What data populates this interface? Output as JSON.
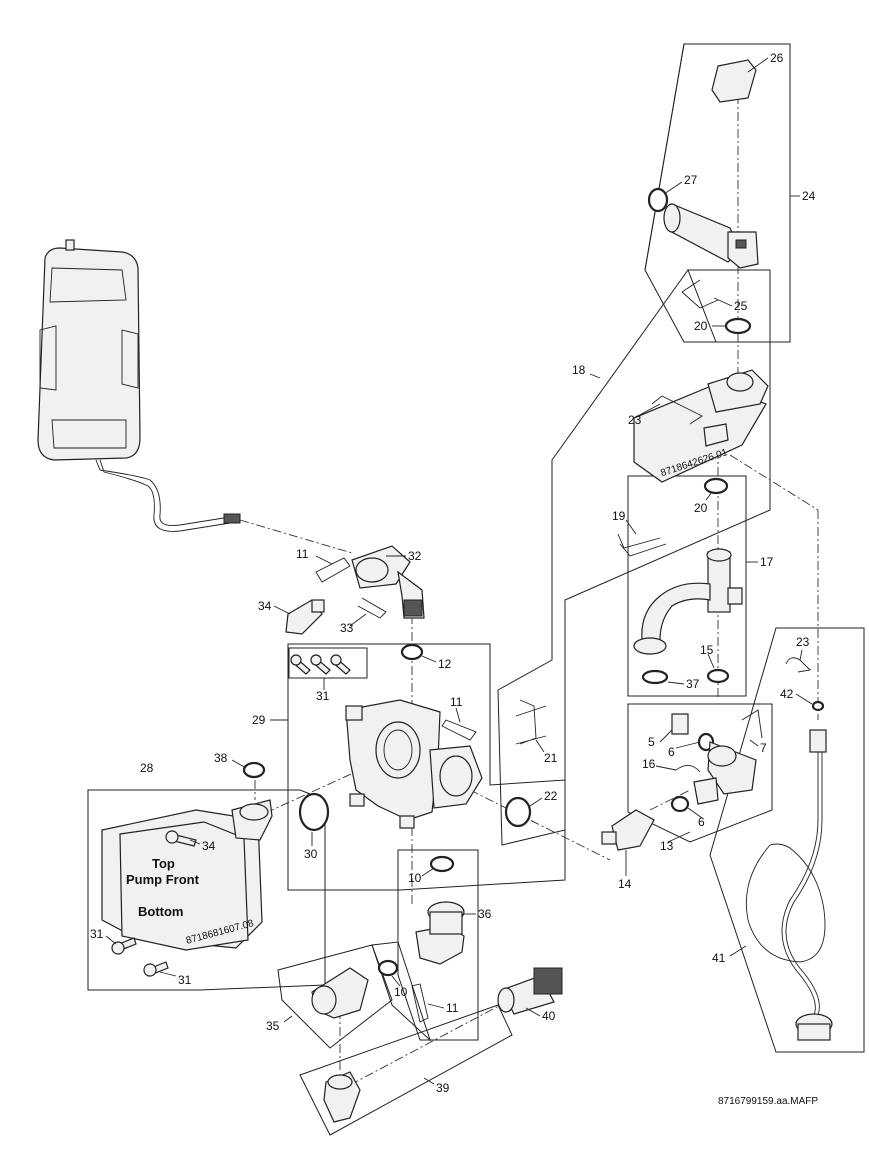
{
  "diagram": {
    "reference_code": "8716799159.aa.MAFP",
    "pump_labels": [
      "Top",
      "Pump Front",
      "Bottom"
    ],
    "part_markings": {
      "manifold": "8718642626.01",
      "pump": "8718681607.08"
    },
    "callouts": [
      {
        "id": "c26",
        "text": "26"
      },
      {
        "id": "c27",
        "text": "27"
      },
      {
        "id": "c24",
        "text": "24"
      },
      {
        "id": "c25",
        "text": "25"
      },
      {
        "id": "c20a",
        "text": "20"
      },
      {
        "id": "c18",
        "text": "18"
      },
      {
        "id": "c23a",
        "text": "23"
      },
      {
        "id": "c20b",
        "text": "20"
      },
      {
        "id": "c19",
        "text": "19"
      },
      {
        "id": "c17",
        "text": "17"
      },
      {
        "id": "c15",
        "text": "15"
      },
      {
        "id": "c37",
        "text": "37"
      },
      {
        "id": "c23b",
        "text": "23"
      },
      {
        "id": "c42",
        "text": "42"
      },
      {
        "id": "c11a",
        "text": "11"
      },
      {
        "id": "c32",
        "text": "32"
      },
      {
        "id": "c34a",
        "text": "34"
      },
      {
        "id": "c33",
        "text": "33"
      },
      {
        "id": "c12",
        "text": "12"
      },
      {
        "id": "c31a",
        "text": "31"
      },
      {
        "id": "c11b",
        "text": "11"
      },
      {
        "id": "c29",
        "text": "29"
      },
      {
        "id": "c21",
        "text": "21"
      },
      {
        "id": "c5",
        "text": "5"
      },
      {
        "id": "c6a",
        "text": "6"
      },
      {
        "id": "c7",
        "text": "7"
      },
      {
        "id": "c16",
        "text": "16"
      },
      {
        "id": "c6b",
        "text": "6"
      },
      {
        "id": "c13",
        "text": "13"
      },
      {
        "id": "c38",
        "text": "38"
      },
      {
        "id": "c28",
        "text": "28"
      },
      {
        "id": "c22",
        "text": "22"
      },
      {
        "id": "c30",
        "text": "30"
      },
      {
        "id": "c34b",
        "text": "34"
      },
      {
        "id": "c14",
        "text": "14"
      },
      {
        "id": "c10a",
        "text": "10"
      },
      {
        "id": "c36",
        "text": "36"
      },
      {
        "id": "c31b",
        "text": "31"
      },
      {
        "id": "c31c",
        "text": "31"
      },
      {
        "id": "c41",
        "text": "41"
      },
      {
        "id": "c10b",
        "text": "10"
      },
      {
        "id": "c11c",
        "text": "11"
      },
      {
        "id": "c35",
        "text": "35"
      },
      {
        "id": "c40",
        "text": "40"
      },
      {
        "id": "c39",
        "text": "39"
      }
    ]
  }
}
